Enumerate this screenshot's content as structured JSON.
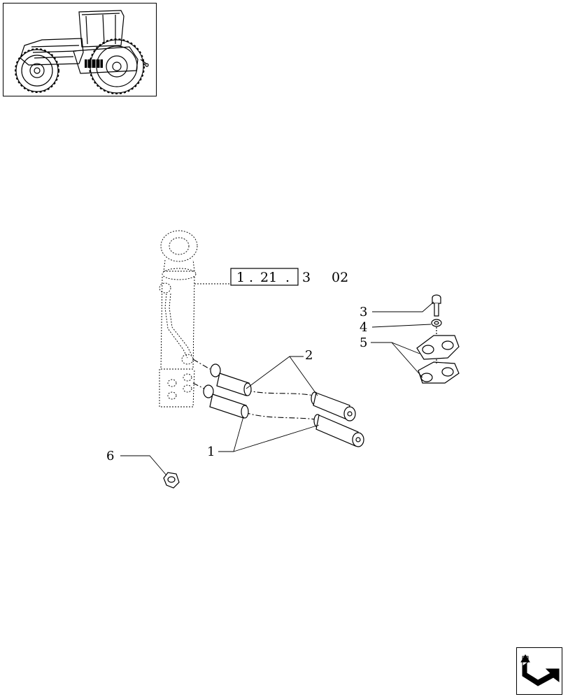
{
  "reference": {
    "boxed_a": "1",
    "boxed_b": "21",
    "suffix_a": "3",
    "suffix_b": "02"
  },
  "callouts": [
    {
      "id": "1",
      "label": "1"
    },
    {
      "id": "2",
      "label": "2"
    },
    {
      "id": "3",
      "label": "3"
    },
    {
      "id": "4",
      "label": "4"
    },
    {
      "id": "5",
      "label": "5"
    },
    {
      "id": "6",
      "label": "6"
    }
  ],
  "icons": {
    "thumbnail": "tractor-icon",
    "navigation": "return-arrow-icon"
  },
  "colors": {
    "line": "#000000",
    "background": "#ffffff"
  }
}
